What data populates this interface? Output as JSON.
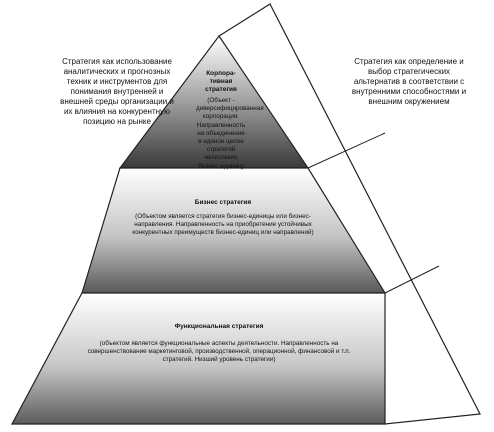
{
  "left_note": "Стратегия как использование аналитических и прогнозных техник и инструментов для понимания внутренней и внешней среды организации и их влияния на конкурентную позицию на рынке",
  "right_note": "Стратегия как определение и выбор стратегических альтернатив в соответствии с внутренними способностями и внешним окружением",
  "tiers": [
    {
      "title": "Корпора-\nтивная\nстратегия",
      "description": "(Объект - диверсифицированная корпорация. Направленность на объединение в единое целое стратегий нескольких бизнес-единиц)"
    },
    {
      "title": "Бизнес стратегия",
      "description": "(Объектом является стратегия бизнес-единицы или бизнес-направления. Направленность на приобретение устойчивых конкурентных преимуществ бизнес-единиц или направлений)"
    },
    {
      "title": "Функциональная стратегия",
      "description": "(объектом является функциональные аспекты деятельности. Направленность на совершенствование маркетинговой, производственной, операционной, финансовой и т.п. стратегий. Низший уровень стратегии)"
    }
  ]
}
